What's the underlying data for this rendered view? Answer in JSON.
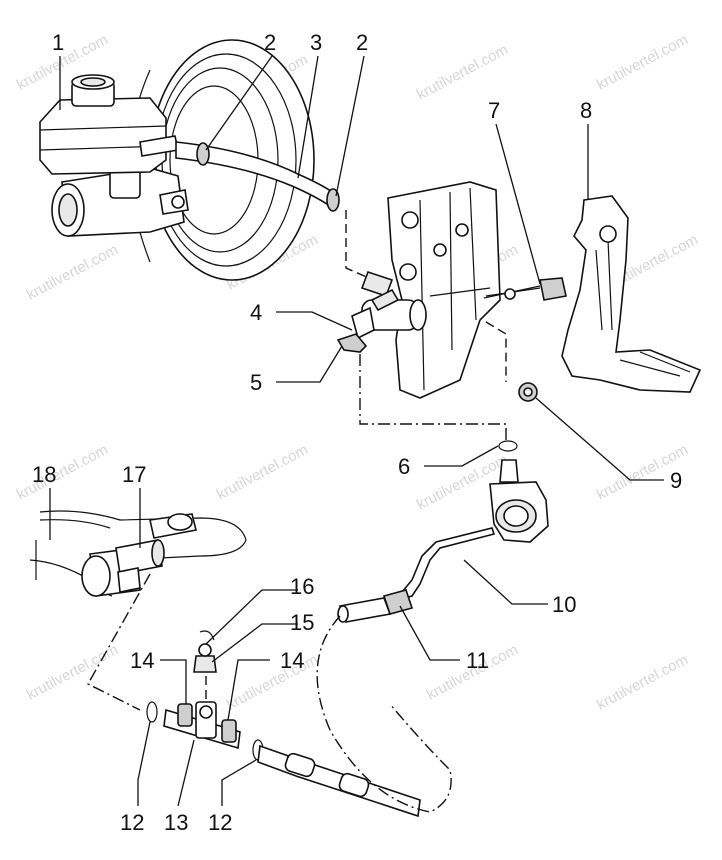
{
  "watermark": {
    "text": "krutilvertel.com"
  },
  "callouts": [
    {
      "id": "c1",
      "text": "1"
    },
    {
      "id": "c2a",
      "text": "2"
    },
    {
      "id": "c3",
      "text": "3"
    },
    {
      "id": "c2b",
      "text": "2"
    },
    {
      "id": "c7",
      "text": "7"
    },
    {
      "id": "c8",
      "text": "8"
    },
    {
      "id": "c4",
      "text": "4"
    },
    {
      "id": "c5",
      "text": "5"
    },
    {
      "id": "c6",
      "text": "6"
    },
    {
      "id": "c9",
      "text": "9"
    },
    {
      "id": "c18",
      "text": "18"
    },
    {
      "id": "c17",
      "text": "17"
    },
    {
      "id": "c10",
      "text": "10"
    },
    {
      "id": "c16",
      "text": "16"
    },
    {
      "id": "c15",
      "text": "15"
    },
    {
      "id": "c11",
      "text": "11"
    },
    {
      "id": "c14a",
      "text": "14"
    },
    {
      "id": "c14b",
      "text": "14"
    },
    {
      "id": "c12a",
      "text": "12"
    },
    {
      "id": "c13",
      "text": "13"
    },
    {
      "id": "c12b",
      "text": "12"
    }
  ]
}
